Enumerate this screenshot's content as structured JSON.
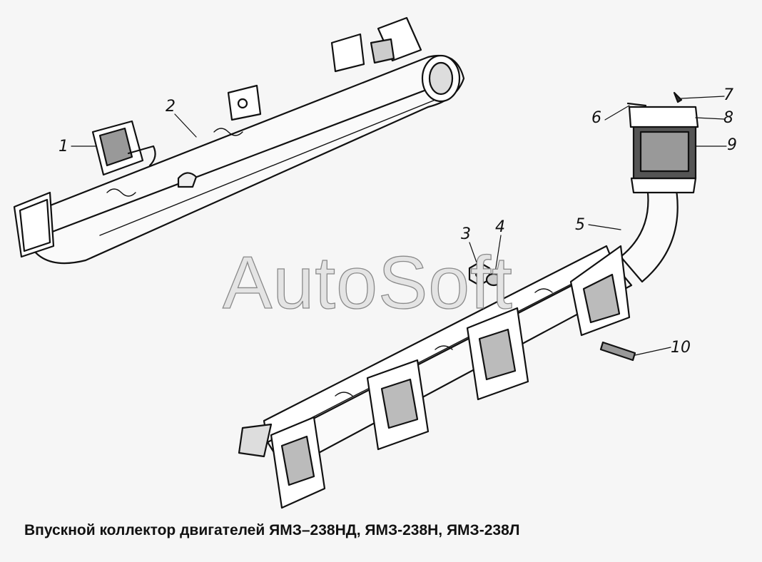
{
  "watermark": "AutoSoft",
  "caption": "Впускной коллектор двигателей ЯМЗ–238НД, ЯМЗ-238Н, ЯМЗ-238Л",
  "callouts": [
    "1",
    "2",
    "3",
    "4",
    "5",
    "6",
    "7",
    "8",
    "9",
    "10"
  ]
}
